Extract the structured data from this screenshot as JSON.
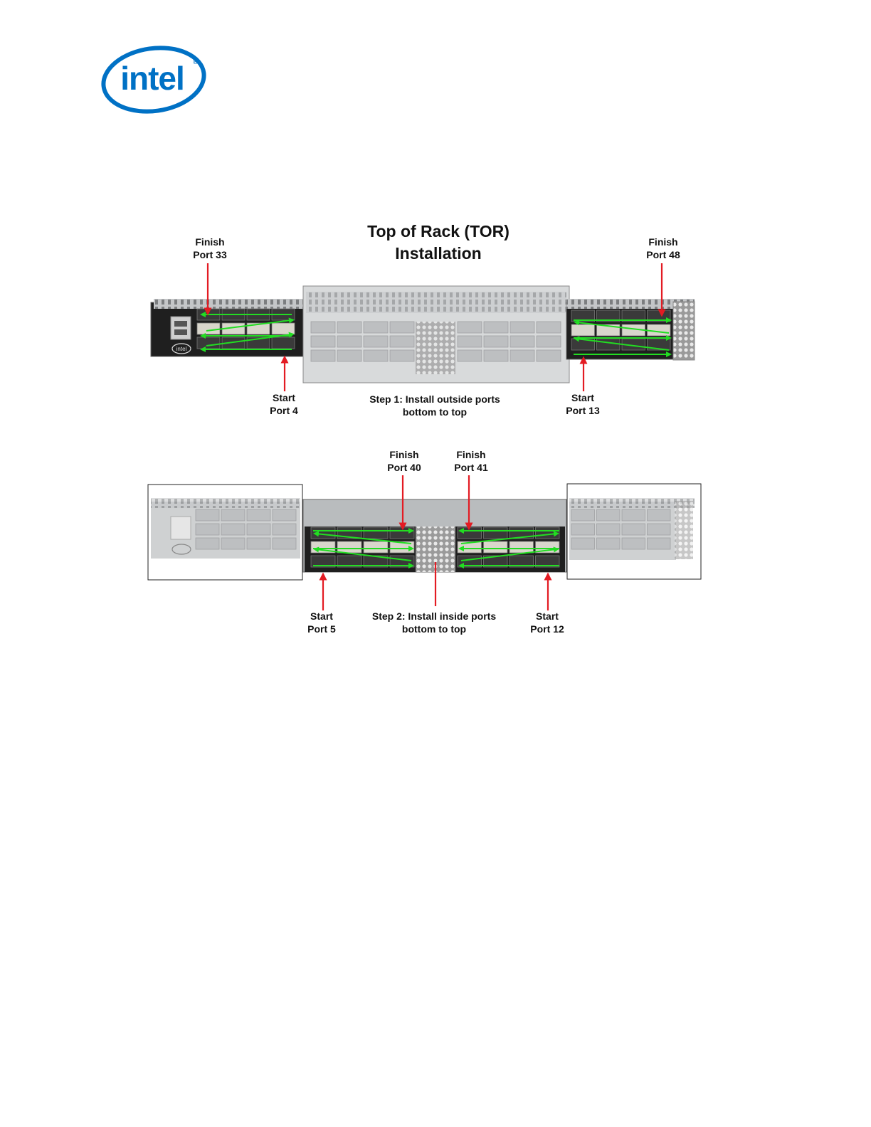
{
  "logo": {
    "text": "intel",
    "mark": "®"
  },
  "chassis_badge": "intel",
  "title": {
    "line1": "Top of Rack (TOR)",
    "line2": "Installation"
  },
  "step1": {
    "caption": {
      "line1": "Step 1: Install outside ports",
      "line2": "bottom to top"
    },
    "labels": [
      {
        "line1": "Finish",
        "line2": "Port 33"
      },
      {
        "line1": "Start",
        "line2": "Port 4"
      },
      {
        "line1": "Finish",
        "line2": "Port 48"
      },
      {
        "line1": "Start",
        "line2": "Port 13"
      }
    ]
  },
  "step2": {
    "caption": {
      "line1": "Step 2: Install inside ports",
      "line2": "bottom to top"
    },
    "labels": [
      {
        "line1": "Finish",
        "line2": "Port 40"
      },
      {
        "line1": "Finish",
        "line2": "Port 41"
      },
      {
        "line1": "Start",
        "line2": "Port 5"
      },
      {
        "line1": "Start",
        "line2": "Port 12"
      }
    ]
  },
  "colors": {
    "logo_blue": "#0071c5",
    "arrow_red": "#e31b23",
    "flow_green": "#22dd22",
    "chassis_dark": "#1c1c1c",
    "chassis_grey": "#b9bcbe"
  }
}
